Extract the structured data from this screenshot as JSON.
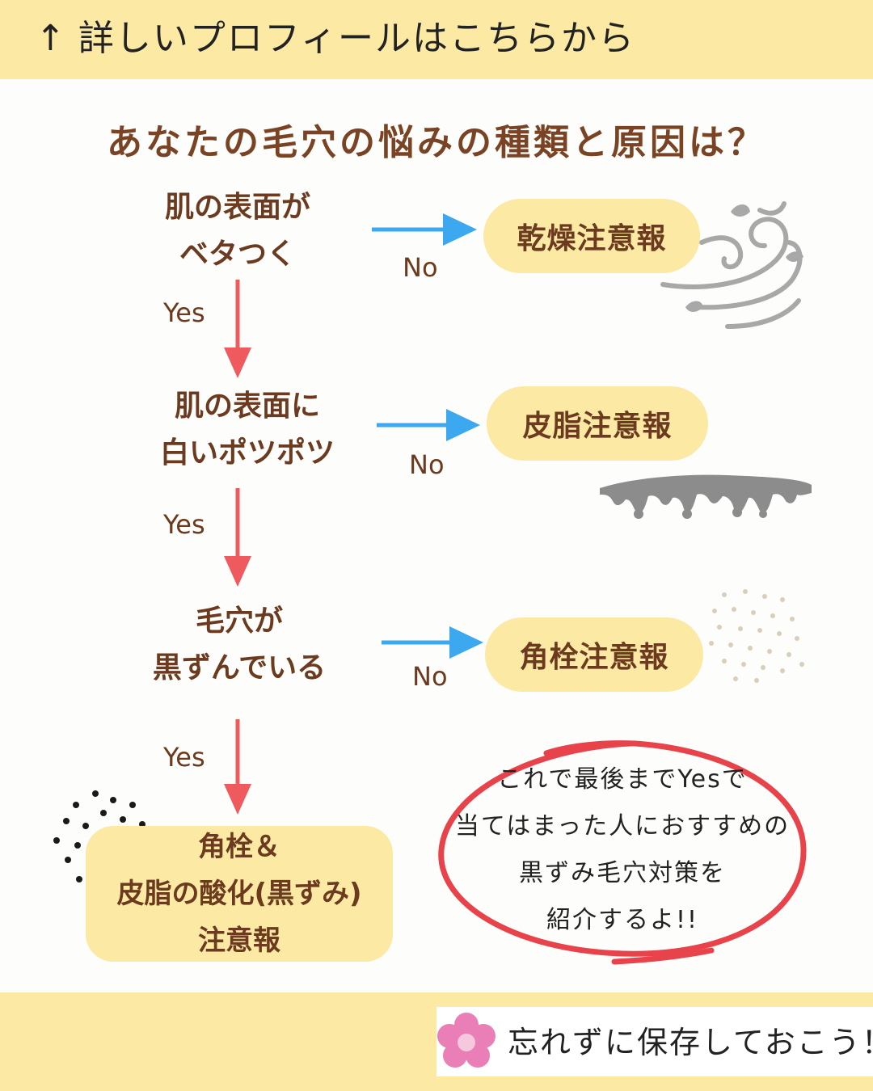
{
  "header": {
    "arrow_glyph": "↑",
    "text": "詳しいプロフィールはこちらから"
  },
  "title": "あなたの毛穴の悩みの種類と原因は？",
  "flow": {
    "questions": [
      {
        "line1": "肌の表面が",
        "line2": "ベタつく"
      },
      {
        "line1": "肌の表面に",
        "line2": "白いポツポツ"
      },
      {
        "line1": "毛穴が",
        "line2": "黒ずんでいる"
      }
    ],
    "no_results": [
      "乾燥注意報",
      "皮脂注意報",
      "角栓注意報"
    ],
    "no_label": "No",
    "yes_label": "Yes",
    "final": {
      "line1": "角栓＆",
      "line2": "皮脂の酸化(黒ずみ)",
      "line3": "注意報"
    }
  },
  "note": {
    "line1": "これで最後までYesで",
    "line2": "当てはまった人におすすめの",
    "line3": "黒ずみ毛穴対策を",
    "line4": "紹介するよ!!"
  },
  "footer": {
    "save_text": "忘れずに保存しておこう！"
  },
  "colors": {
    "band": "#fbe9a4",
    "brown": "#6b3a1f",
    "no_arrow": "#3ca8ef",
    "yes_arrow": "#ee5a5e",
    "circle": "#e8434b",
    "flower": "#e97fb6",
    "deco_gray": "#a8a8a8"
  }
}
